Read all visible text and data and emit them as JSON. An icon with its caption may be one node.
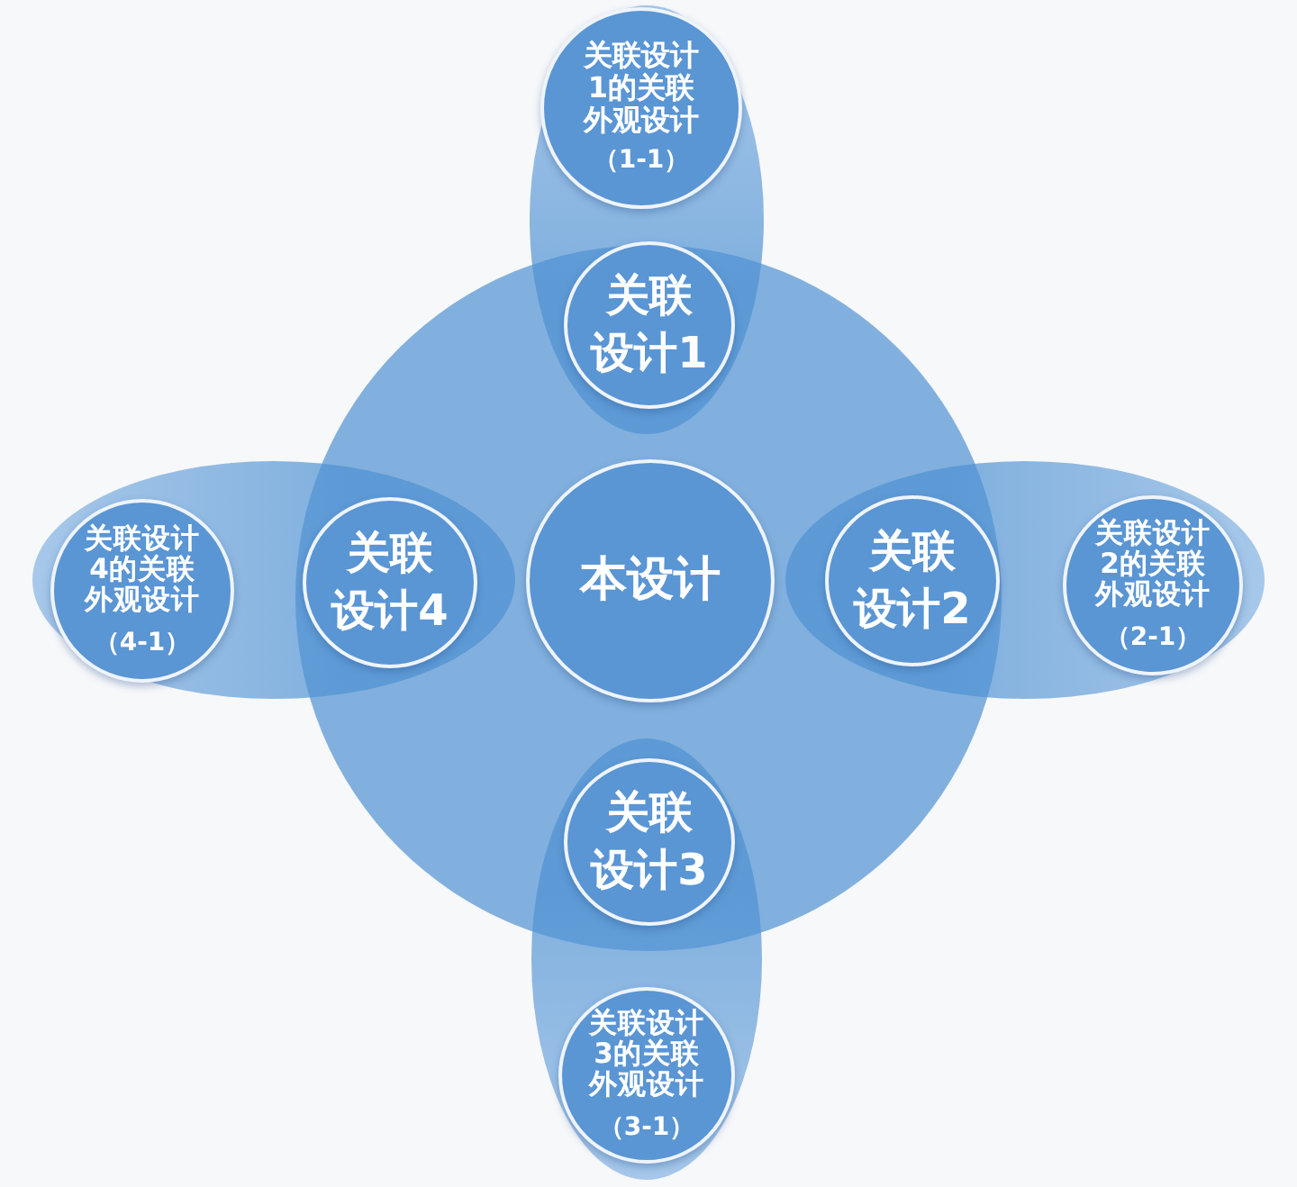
{
  "diagram": {
    "nodes": [
      {
        "text": [],
        "shape": "circle"
      },
      {
        "text": [],
        "shape": "ellipse"
      },
      {
        "text": [
          "关联设计1的关联外观设计",
          "（1-1）"
        ],
        "in": 1
      },
      {
        "text": [
          "关联设计1"
        ]
      },
      {
        "text": [],
        "shape": "ellipse"
      },
      {
        "text": [
          "关联设计4的关联外观设计",
          "（4-1）"
        ],
        "in": 4
      },
      {
        "text": [
          "关联设计4"
        ]
      },
      {
        "text": [
          "本设计"
        ],
        "in": 0
      },
      {
        "text": [],
        "shape": "ellipse"
      },
      {
        "text": [
          "关联设计2"
        ]
      },
      {
        "text": [
          "关联设计2的关联外观设计",
          "（2-1）"
        ],
        "in": 8
      },
      {
        "text": [],
        "shape": "ellipse"
      },
      {
        "text": [
          "关联设计3"
        ]
      },
      {
        "text": [
          "关联设计3的关联外观设计",
          "（3-1）"
        ],
        "in": 11
      }
    ]
  }
}
